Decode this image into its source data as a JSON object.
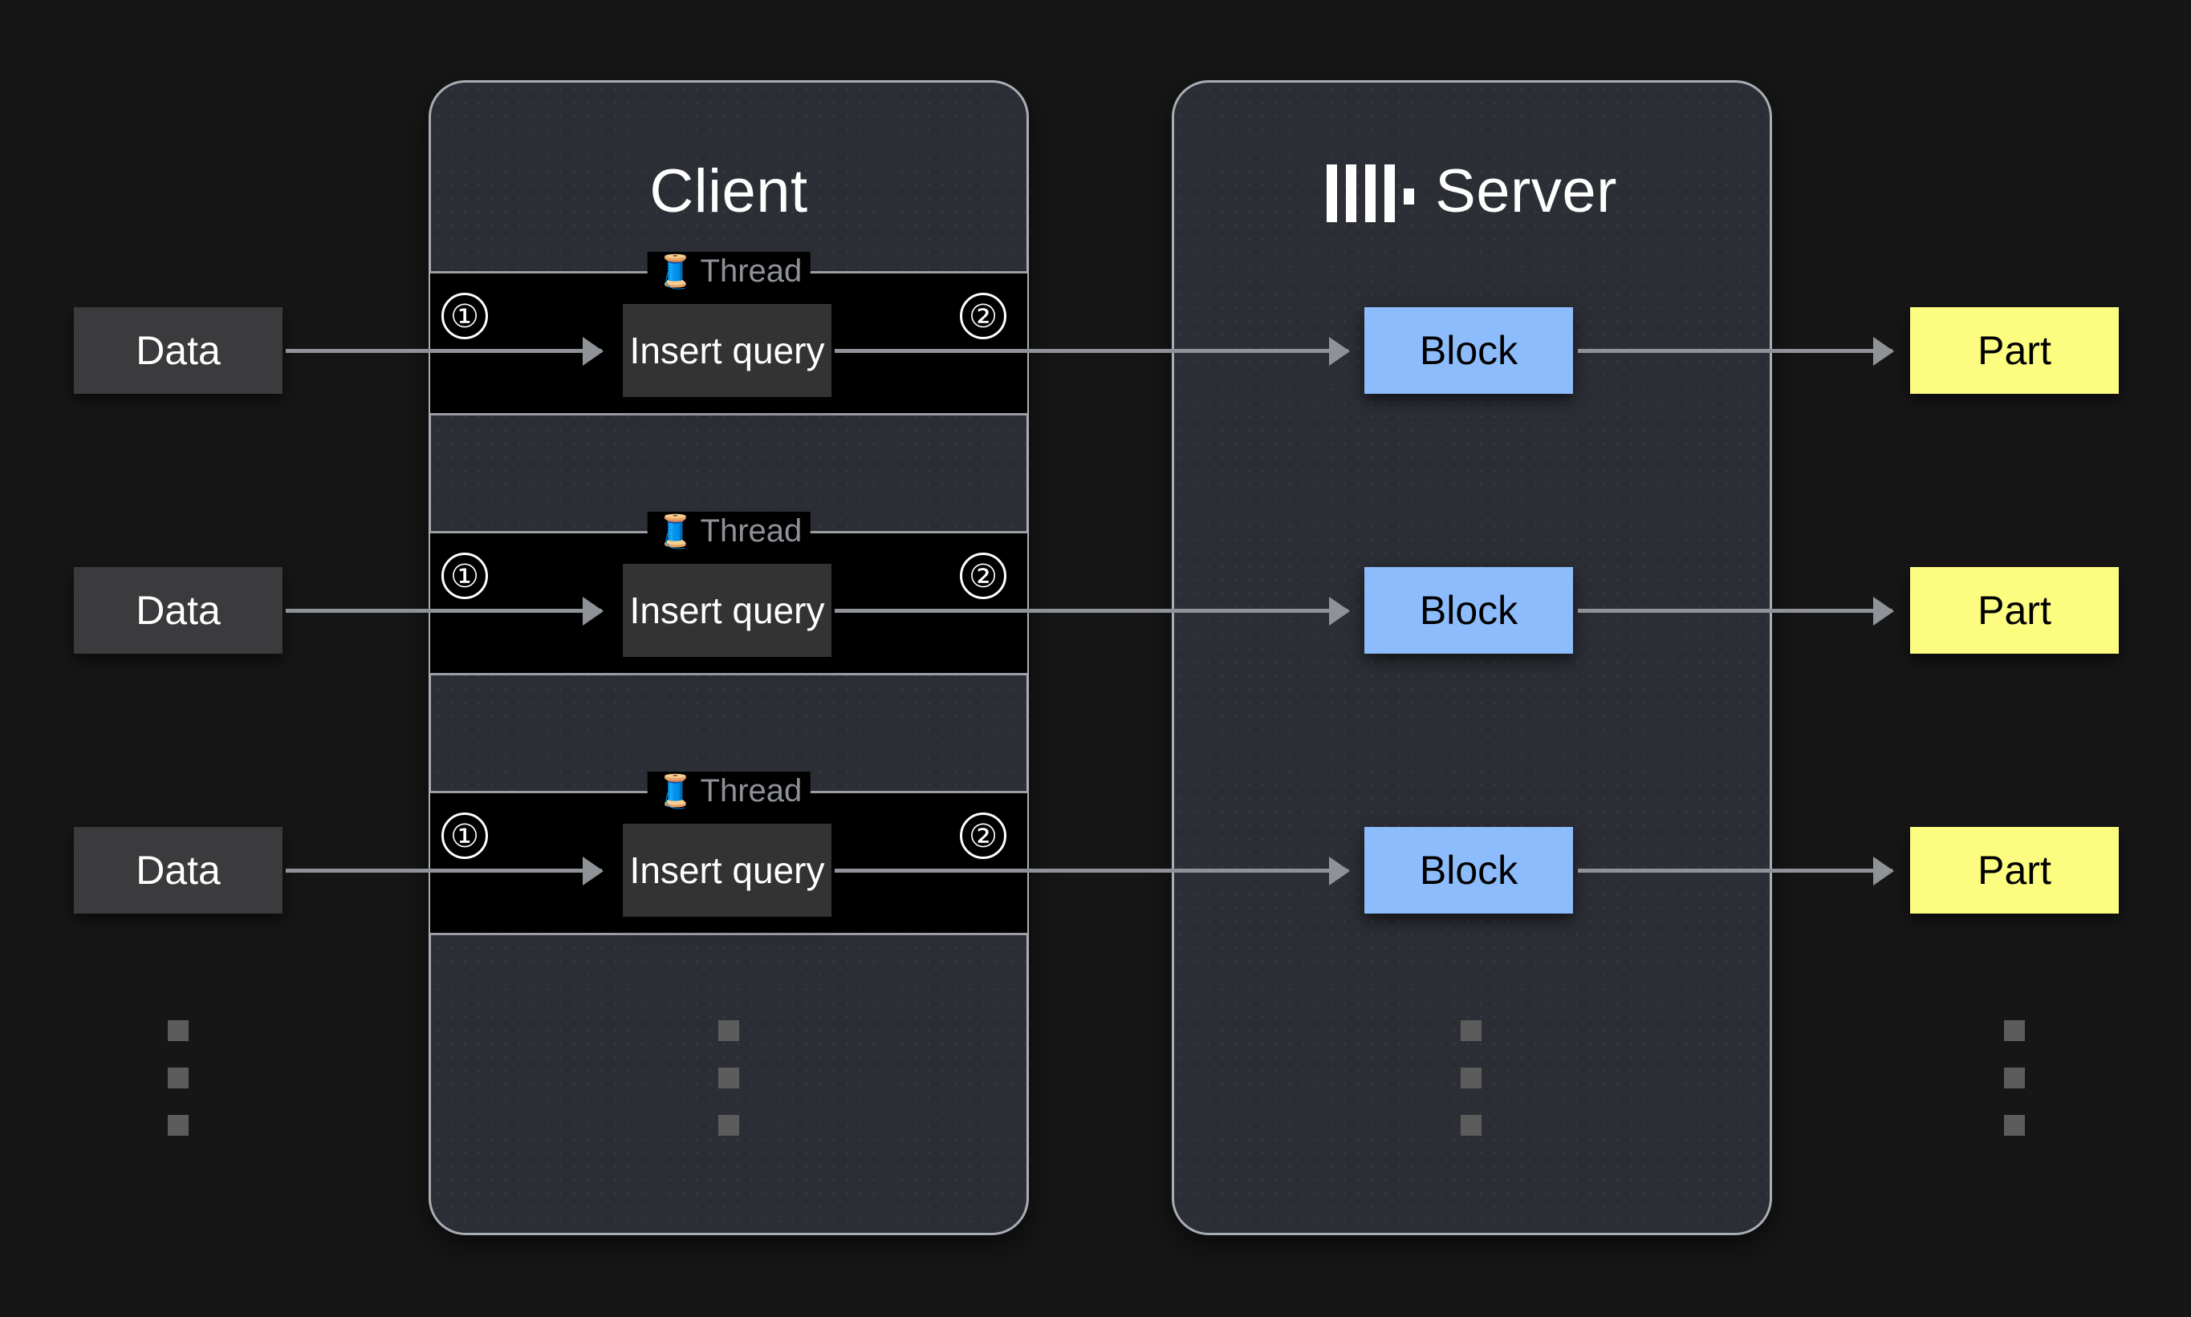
{
  "background_color": "#161616",
  "panels": [
    {
      "id": "client",
      "title": "Client",
      "has_logo": false
    },
    {
      "id": "server",
      "title": "Server",
      "has_logo": true,
      "logo": "clickhouse-logo"
    }
  ],
  "colors": {
    "panel_fill": "#2b2e35",
    "panel_border": "#a9adb4",
    "thread_fill": "#000000",
    "thread_border": "#9a9ea4",
    "data_box": "#3b3b3d",
    "insert_box": "#333333",
    "block_box": "#8cbcfc",
    "part_box": "#fcfc80",
    "arrow": "#8f9297",
    "thread_label_text": "#8e9196",
    "dot": "#5c5c5c"
  },
  "thread_label": {
    "icon": "thread-spool-emoji",
    "icon_glyph": "🧵",
    "text": "Thread"
  },
  "steps": {
    "one": "①",
    "two": "②"
  },
  "rows": [
    {
      "data_label": "Data",
      "insert_label": "Insert query",
      "block_label": "Block",
      "part_label": "Part",
      "step_in": "①",
      "step_out": "②"
    },
    {
      "data_label": "Data",
      "insert_label": "Insert query",
      "block_label": "Block",
      "part_label": "Part",
      "step_in": "①",
      "step_out": "②"
    },
    {
      "data_label": "Data",
      "insert_label": "Insert query",
      "block_label": "Block",
      "part_label": "Part",
      "step_in": "①",
      "step_out": "②"
    }
  ],
  "ellipsis": {
    "count": 3,
    "columns": [
      "data",
      "client",
      "server",
      "part"
    ]
  }
}
